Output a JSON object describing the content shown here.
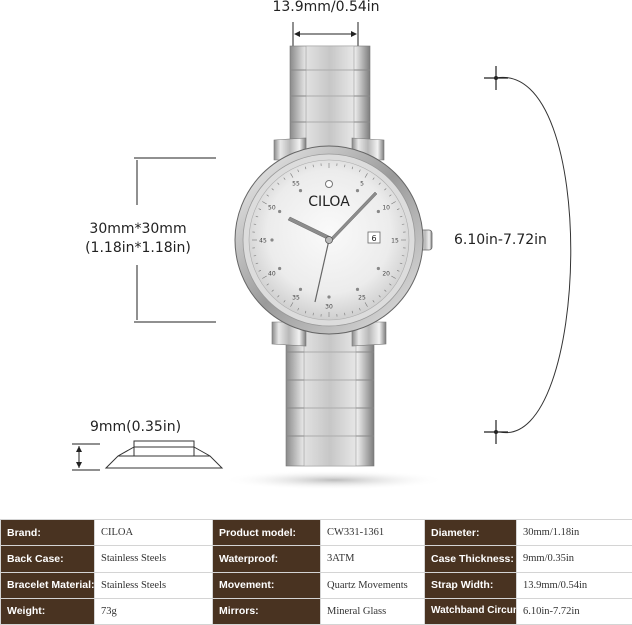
{
  "dimensions": {
    "strap_width": "13.9mm/0.54in",
    "case_size_line1": "30mm*30mm",
    "case_size_line2": "(1.18in*1.18in)",
    "wrist_range": "6.10in-7.72in",
    "thickness": "9mm(0.35in)"
  },
  "watch": {
    "brand_logo": "CILOA",
    "date_window": "6",
    "dial_numbers": [
      "55",
      "5",
      "10",
      "15",
      "20",
      "25",
      "30",
      "35",
      "40",
      "45",
      "50"
    ]
  },
  "colors": {
    "label_bg": "#493321",
    "label_text": "#ffffff",
    "value_text": "#333333"
  },
  "specs": {
    "rows": [
      [
        {
          "label": "Brand:",
          "value": "CILOA"
        },
        {
          "label": "Product model:",
          "value": "CW331-1361"
        },
        {
          "label": "Diameter:",
          "value": "30mm/1.18in"
        }
      ],
      [
        {
          "label": "Back Case:",
          "value": "Stainless Steels"
        },
        {
          "label": "Waterproof:",
          "value": "3ATM"
        },
        {
          "label": "Case Thickness:",
          "value": "9mm/0.35in"
        }
      ],
      [
        {
          "label": "Bracelet Material:",
          "value": "Stainless Steels"
        },
        {
          "label": "Movement:",
          "value": "Quartz Movements"
        },
        {
          "label": "Strap Width:",
          "value": "13.9mm/0.54in"
        }
      ],
      [
        {
          "label": "Weight:",
          "value": "73g"
        },
        {
          "label": "Mirrors:",
          "value": "Mineral Glass"
        },
        {
          "label": "Watchband Circumference:",
          "value": "6.10in-7.72in"
        }
      ]
    ]
  }
}
